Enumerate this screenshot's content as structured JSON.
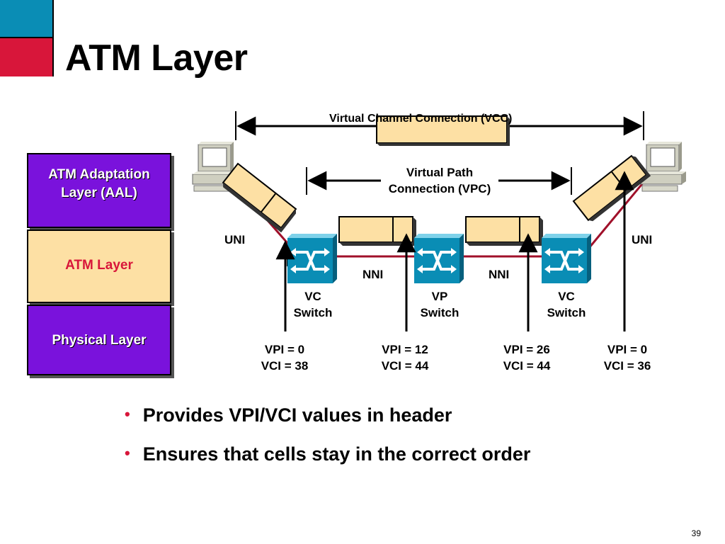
{
  "slide": {
    "title": "ATM Layer",
    "page_number": "39",
    "colors": {
      "blue_square": "#0a8db5",
      "red_square": "#d8163a",
      "purple": "#7a12dc",
      "tan": "#fde0a4",
      "link": "#a0102a"
    }
  },
  "stack": {
    "aal_line1": "ATM Adaptation",
    "aal_line2": "Layer (AAL)",
    "atm": "ATM Layer",
    "physical": "Physical Layer"
  },
  "diagram": {
    "vcc_label": "Virtual Channel Connection (VCC)",
    "vpc_line1": "Virtual Path",
    "vpc_line2": "Connection (VPC)",
    "uni_left": "UNI",
    "uni_right": "UNI",
    "nni_1": "NNI",
    "nni_2": "NNI",
    "switches": [
      {
        "line1": "VC",
        "line2": "Switch",
        "icon": "atm-switch-icon"
      },
      {
        "line1": "VP",
        "line2": "Switch",
        "icon": "atm-switch-icon"
      },
      {
        "line1": "VC",
        "line2": "Switch",
        "icon": "atm-switch-icon"
      }
    ],
    "identifiers": [
      {
        "vpi": "VPI = 0",
        "vci": "VCI = 38"
      },
      {
        "vpi": "VPI = 12",
        "vci": "VCI = 44"
      },
      {
        "vpi": "VPI = 26",
        "vci": "VCI = 44"
      },
      {
        "vpi": "VPI = 0",
        "vci": "VCI = 36"
      }
    ],
    "end_stations": [
      "computer-icon",
      "computer-icon"
    ]
  },
  "bullets": [
    "Provides VPI/VCI values in header",
    "Ensures that cells stay in the correct order"
  ]
}
